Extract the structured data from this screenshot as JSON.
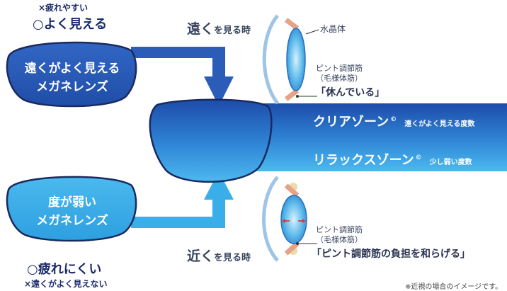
{
  "top_note": {
    "cons": "×疲れやすい",
    "pros": "○よく見える"
  },
  "lens_far": {
    "line1": "遠くがよく見える",
    "line2": "メガネレンズ"
  },
  "lens_weak": {
    "line1": "度が弱い",
    "line2": "メガネレンズ"
  },
  "bottom_note": {
    "pros": "○疲れにくい",
    "cons": "×遠くがよく見えない"
  },
  "far_view": {
    "main": "遠く",
    "suffix": "を見る時"
  },
  "near_view": {
    "main": "近く",
    "suffix": "を見る時"
  },
  "eye_far": {
    "lens_label": "水晶体",
    "muscle_label": "ピント調節筋",
    "muscle_sub": "（毛様体筋）",
    "state": "「休んでいる」"
  },
  "eye_near": {
    "muscle_label": "ピント調節筋",
    "muscle_sub": "（毛様体筋）",
    "state": "「ピント調節筋の負担を和らげる」"
  },
  "zone_clear": {
    "name": "クリアゾーン",
    "mark": "©",
    "desc": "遠くがよく見える度数"
  },
  "zone_relax": {
    "name": "リラックスゾーン",
    "mark": "©",
    "desc": "少し弱い度数"
  },
  "footnote": "※近視の場合のイメージです。",
  "colors": {
    "dark_blue": "#2a5cb8",
    "light_blue": "#3aaee8",
    "navy_text": "#1b2a6b",
    "band_top": "#1e4fae",
    "band_bottom": "#49b6ee",
    "muscle": "#e6a389"
  }
}
